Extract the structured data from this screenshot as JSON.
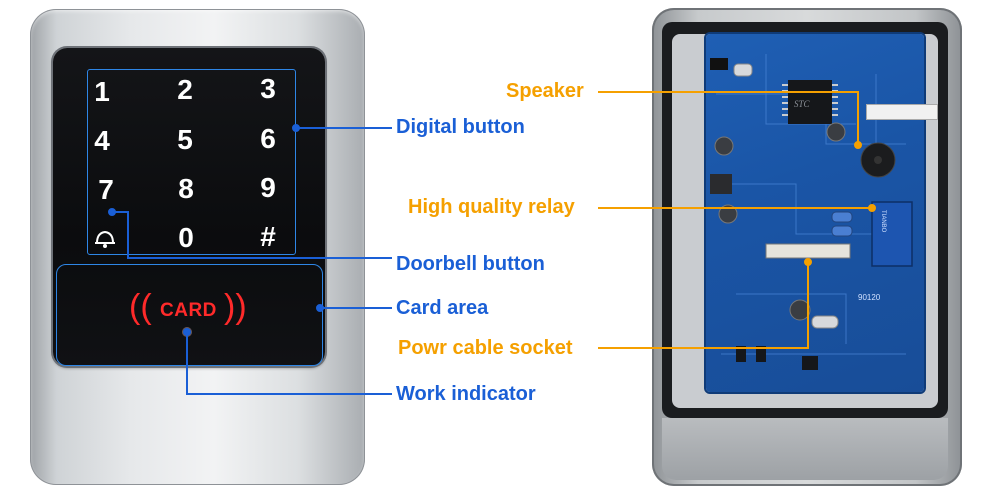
{
  "keypad": {
    "keys": [
      "1",
      "2",
      "3",
      "4",
      "5",
      "6",
      "7",
      "8",
      "9",
      "0",
      "#"
    ],
    "card_label": "CARD"
  },
  "labels": {
    "digital_button": "Digital button",
    "doorbell_button": "Doorbell button",
    "card_area": "Card area",
    "work_indicator": "Work indicator",
    "speaker": "Speaker",
    "relay": "High quality relay",
    "power_socket": "Powr cable socket"
  },
  "pcb_markings": {
    "chip": "STC",
    "board_code": "90120"
  },
  "colors": {
    "callout_blue": "#1a5fd6",
    "callout_orange": "#f5a000",
    "card_red": "#ff2a2a",
    "pcb_blue": "#1a55a6"
  }
}
